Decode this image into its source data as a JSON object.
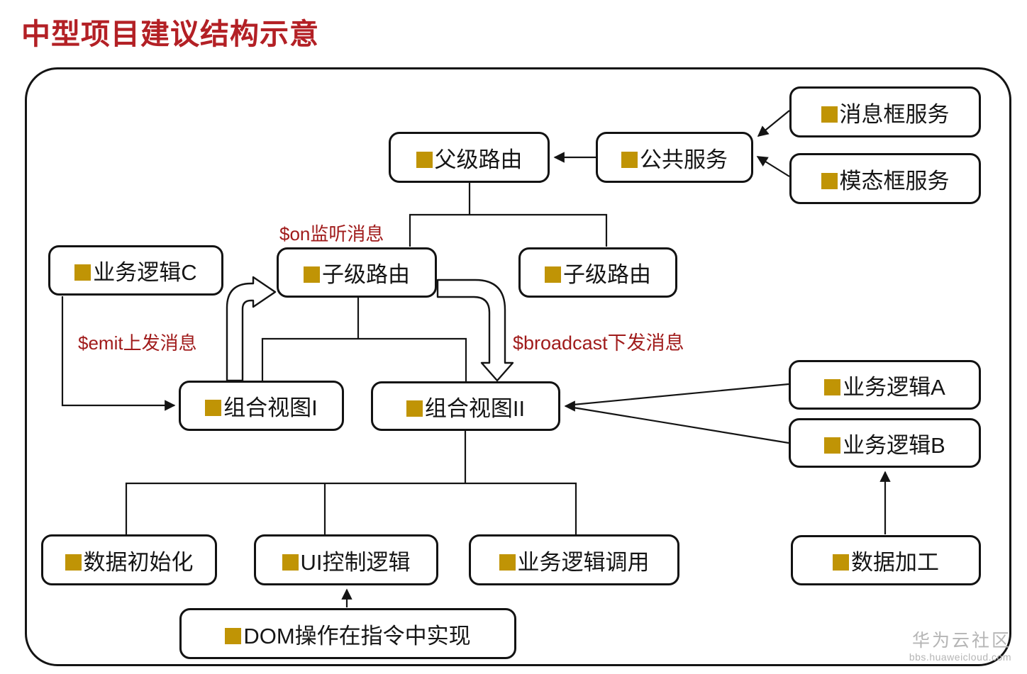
{
  "title": "中型项目建议结构示意",
  "nodes": {
    "parent_route": {
      "label": "父级路由"
    },
    "public_service": {
      "label": "公共服务"
    },
    "message_service": {
      "label": "消息框服务"
    },
    "modal_service": {
      "label": "模态框服务"
    },
    "logic_c": {
      "label": "业务逻辑C"
    },
    "child_route_left": {
      "label": "子级路由"
    },
    "child_route_right": {
      "label": "子级路由"
    },
    "view_1": {
      "label": "组合视图I"
    },
    "view_2": {
      "label": "组合视图II"
    },
    "logic_a": {
      "label": "业务逻辑A"
    },
    "logic_b": {
      "label": "业务逻辑B"
    },
    "data_init": {
      "label": "数据初始化"
    },
    "ui_logic": {
      "label": "UI控制逻辑"
    },
    "logic_call": {
      "label": "业务逻辑调用"
    },
    "data_process": {
      "label": "数据加工"
    },
    "dom_note": {
      "label": "DOM操作在指令中实现"
    }
  },
  "annotations": {
    "on": "$on监听消息",
    "emit": "$emit上发消息",
    "broadcast": "$broadcast下发消息"
  },
  "watermark": {
    "title": "华为云社区",
    "subtitle": "bbs.huaweicloud.com"
  },
  "colors": {
    "title_red": "#B32025",
    "annotation_red": "#A01B1B",
    "bullet_gold": "#C09405",
    "line_black": "#141414",
    "watermark_gray": "#B5B5B5"
  }
}
